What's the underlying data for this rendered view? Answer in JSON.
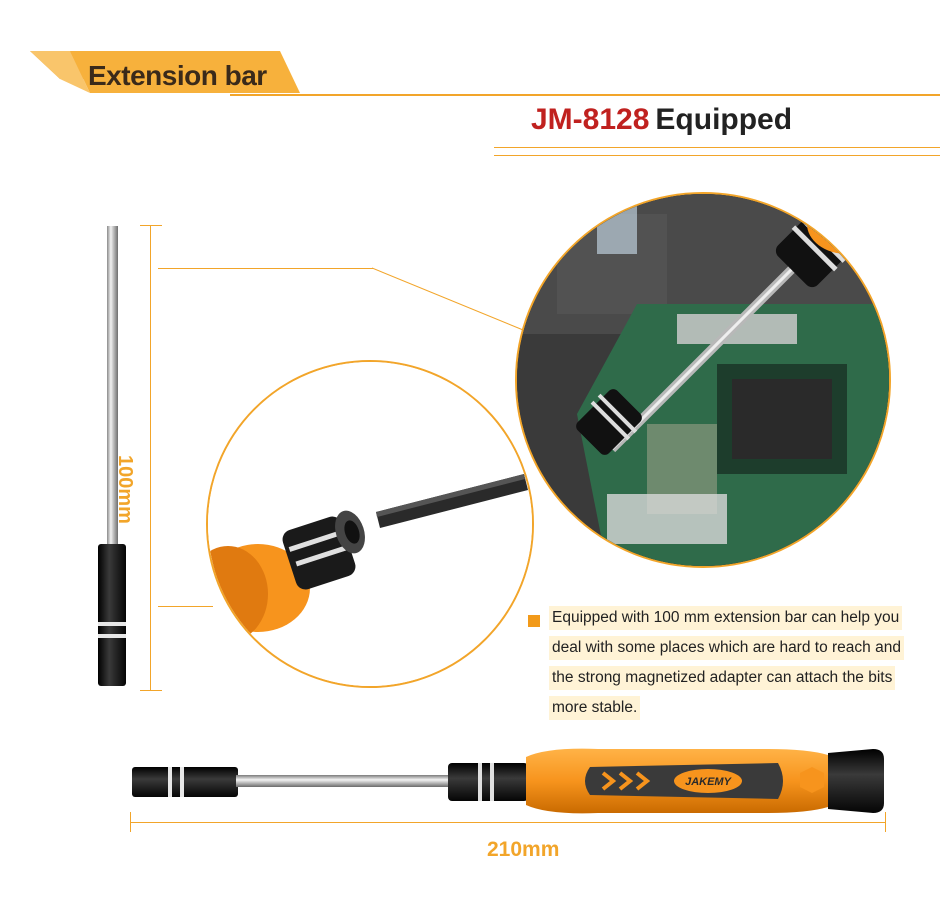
{
  "header": {
    "banner_title": "Extension bar",
    "model": "JM-8128",
    "equipped": "Equipped"
  },
  "dimensions": {
    "vertical": "100mm",
    "horizontal": "210mm"
  },
  "description": {
    "lines": [
      "Equipped with 100 mm extension bar can help you",
      "deal with some places which are hard to reach and",
      "the strong magnetized adapter can attach the bits",
      "more stable."
    ]
  },
  "product": {
    "brand_logo": "JAKEMY"
  },
  "colors": {
    "accent": "#f2a52a",
    "model_red": "#c0211f",
    "handle_orange": "#f7941d"
  }
}
